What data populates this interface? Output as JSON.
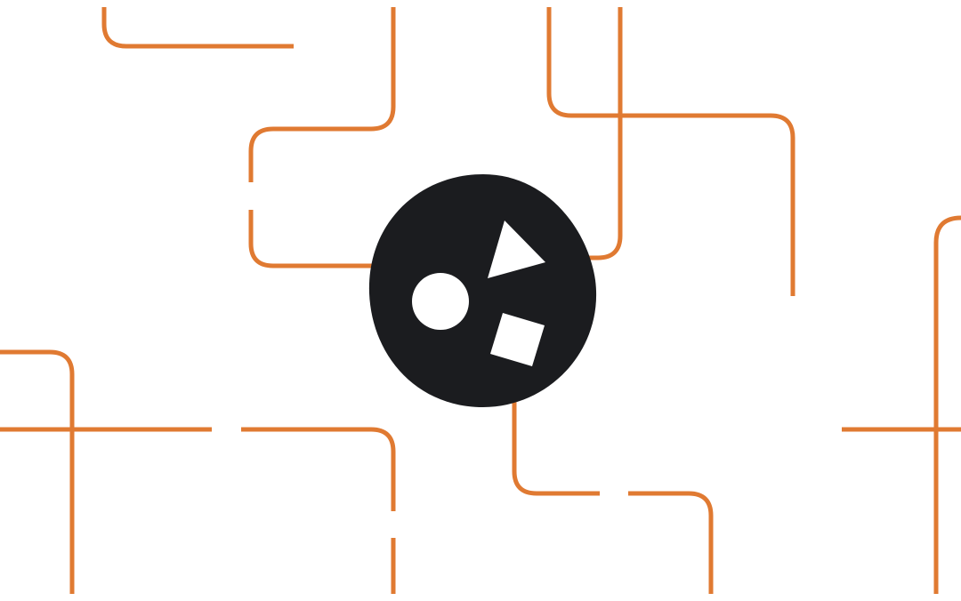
{
  "colors": {
    "background": "#ffffff",
    "line": "#e07a32",
    "emblem": "#1b1c1f",
    "shapes": "#ffffff"
  },
  "emblem": {
    "icon": "shapes-emblem-icon",
    "shapes": [
      "circle",
      "triangle",
      "square"
    ]
  }
}
